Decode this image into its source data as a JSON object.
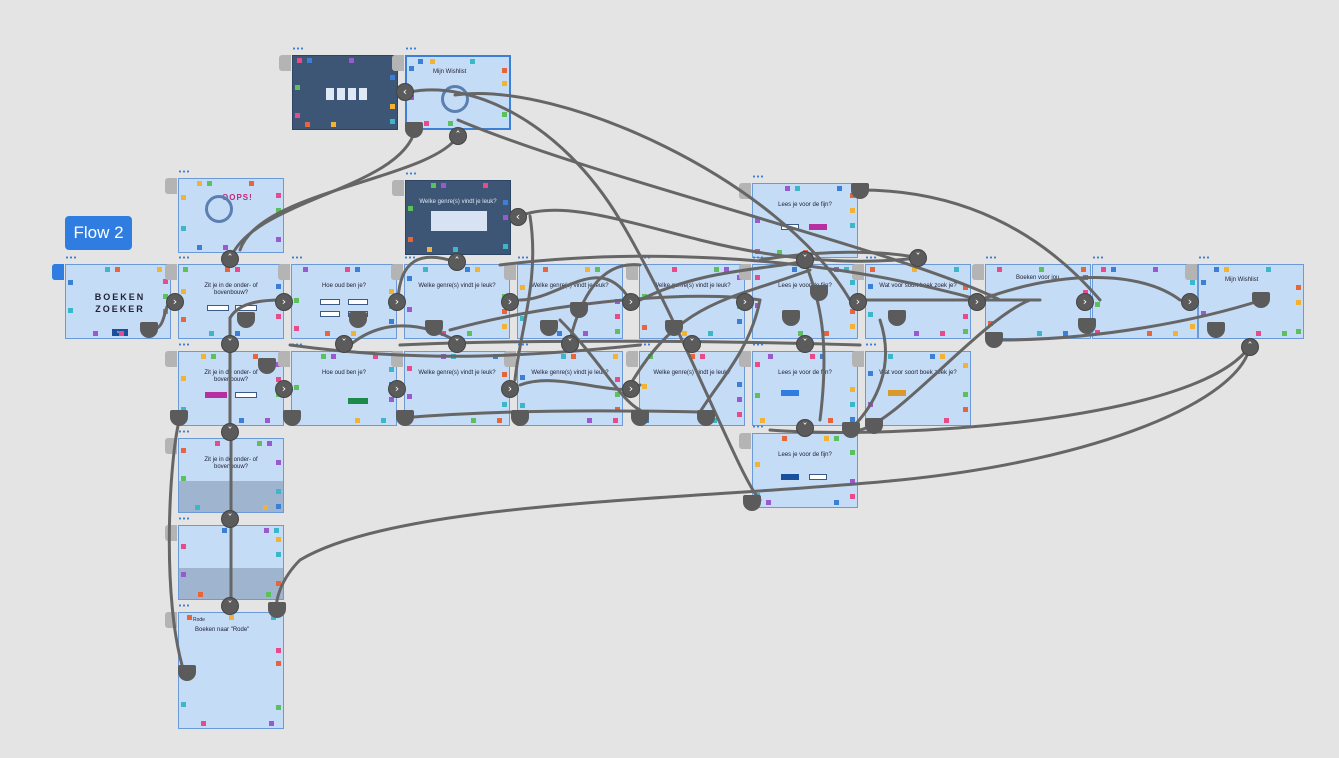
{
  "flow_label": "Flow 2",
  "frames": [
    {
      "id": "f-dark-top",
      "title": "",
      "dark": true
    },
    {
      "id": "f-mijn-wishlist",
      "title": "Mijn Wishlist"
    },
    {
      "id": "f-oops",
      "title": "OOPS!"
    },
    {
      "id": "f-genre-dark",
      "title": "Welke genre(s) vindt je leuk?",
      "dark": true
    },
    {
      "id": "f-lees-top",
      "title": "Lees je voor de fijn?"
    },
    {
      "id": "f-boeken-zoeker",
      "title": "BOEKEN ZOEKER"
    },
    {
      "id": "f-onder-boven-1",
      "title": "Zit je in de onder- of bovenbouw?"
    },
    {
      "id": "f-hoe-oud-1",
      "title": "Hoe oud ben je?"
    },
    {
      "id": "f-genre-1",
      "title": "Welke genre(s) vindt je leuk?"
    },
    {
      "id": "f-genre-2",
      "title": "Welke genre(s) vindt je leuk?"
    },
    {
      "id": "f-genre-3",
      "title": "Welke genre(s) vindt je leuk?"
    },
    {
      "id": "f-lees-mid",
      "title": "Lees je voor de fijn?"
    },
    {
      "id": "f-wat-voor-1",
      "title": "Wat voor soort boek zoek je?"
    },
    {
      "id": "f-boeken-voor-jou",
      "title": "Boeken voor jou"
    },
    {
      "id": "f-boek-detail",
      "title": ""
    },
    {
      "id": "f-mijn-wishlist-2",
      "title": "Mijn Wishlist"
    },
    {
      "id": "f-onder-boven-2",
      "title": "Zit je in de onder- of bovenbouw?"
    },
    {
      "id": "f-hoe-oud-2",
      "title": "Hoe oud ben je?"
    },
    {
      "id": "f-genre-4",
      "title": "Welke genre(s) vindt je leuk?"
    },
    {
      "id": "f-genre-5",
      "title": "Welke genre(s) vindt je leuk?"
    },
    {
      "id": "f-genre-6",
      "title": "Welke genre(s) vindt je leuk?"
    },
    {
      "id": "f-lees-low",
      "title": "Lees je voor de fijn?"
    },
    {
      "id": "f-wat-voor-2",
      "title": "Wat voor soort boek zoek je?"
    },
    {
      "id": "f-lees-bottom",
      "title": "Lees je voor de fijn?"
    },
    {
      "id": "f-keyboard-1",
      "title": "Zit je in de onder- of bovenbouw?"
    },
    {
      "id": "f-keyboard-2",
      "title": ""
    },
    {
      "id": "f-zoek-resultaten",
      "title": "Boeken naar \"Rode\""
    }
  ],
  "labels": {
    "boeken_zoeker": "BOEKEN ZOEKER",
    "start_button": "Start",
    "oops": "OOPS!",
    "search_query": "Rode"
  },
  "colors": {
    "canvas": "#e4e4e4",
    "frame": "#c5dcf7",
    "frame_dark": "#3e5676",
    "connector": "#5b5b5b",
    "accent": "#2f7de1"
  }
}
